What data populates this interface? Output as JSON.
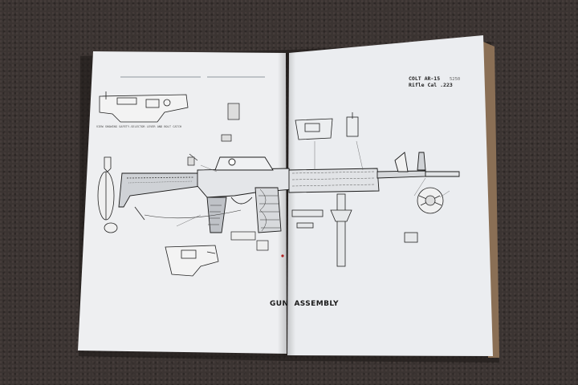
{
  "book": {
    "title_line1": "COLT AR-15",
    "title_line2": "Rifle Cal .223",
    "page_number": "5250"
  },
  "diagram": {
    "title_left": "GUN",
    "title_right": "ASSEMBLY",
    "callouts": {
      "upper_left_caption": "VIEW SHOWING SAFETY-SELECTOR LEVER AND BOLT CATCH"
    }
  }
}
